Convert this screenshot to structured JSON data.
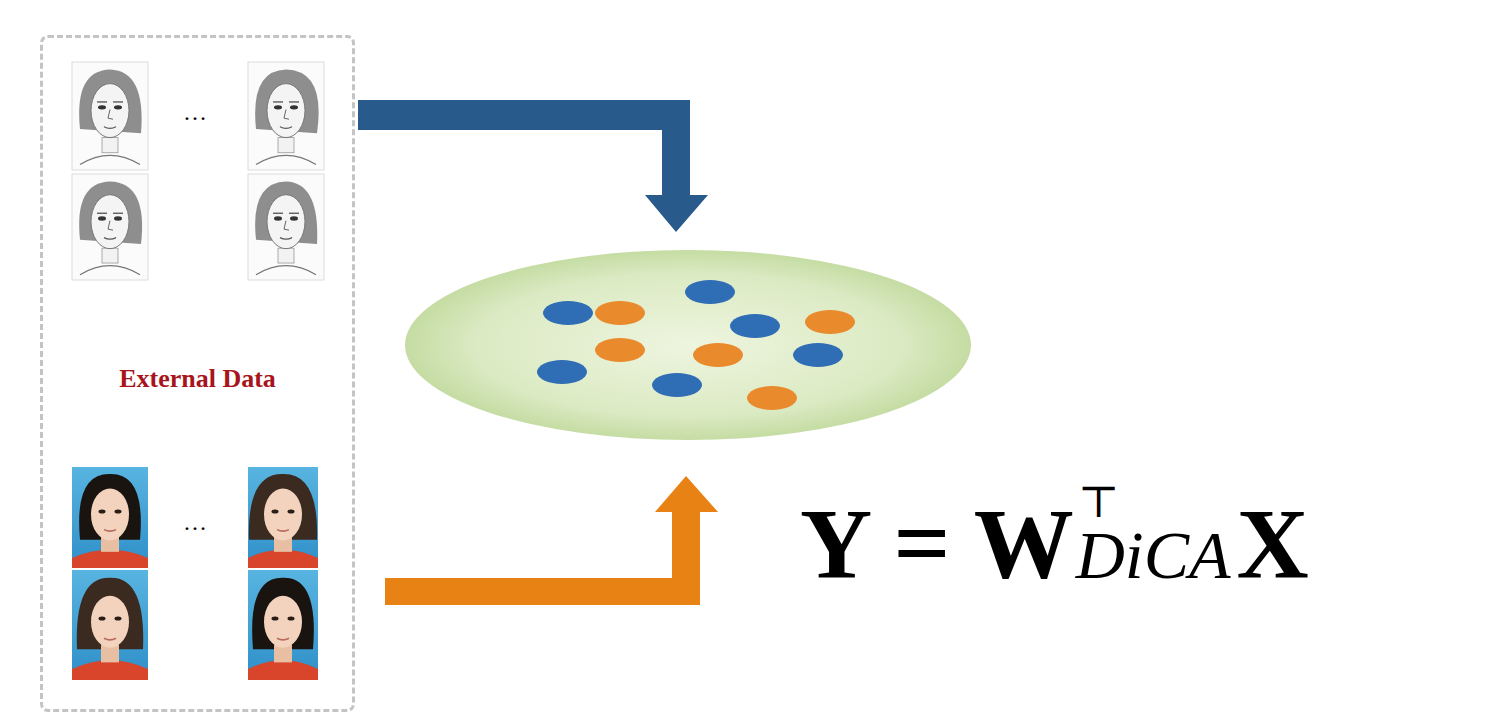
{
  "diagram": {
    "nodes": [
      {
        "text": [
          "External Data"
        ]
      }
    ],
    "labels": [
      "…",
      "…",
      "Y = W",
      "⊤",
      "DiCA",
      "X"
    ]
  }
}
